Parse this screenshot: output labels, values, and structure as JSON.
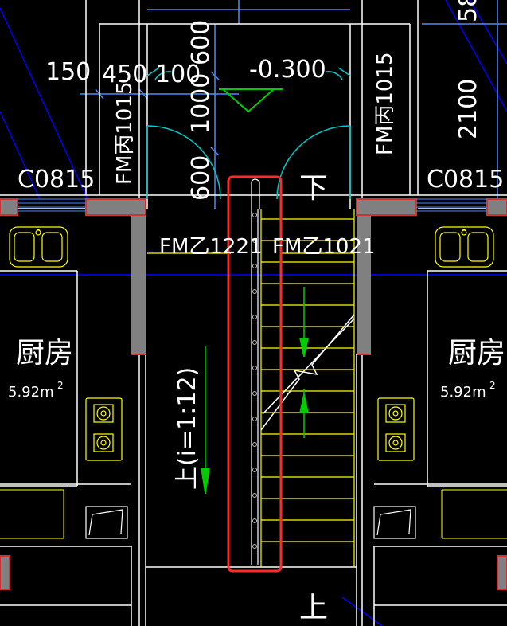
{
  "colors": {
    "background": "#000000",
    "wall_line": "#ffffff",
    "wall_fill": "#808080",
    "wall_cap": "#cc3333",
    "axis_line": "#0000ff",
    "dim_line": "#4a8cff",
    "door_arc": "#00c8c8",
    "stair_tread": "#ffff00",
    "fixture": "#ffff00",
    "arrow": "#00cc00",
    "highlight_box": "#ff2a2a"
  },
  "dimensions": {
    "d150": "150",
    "d450": "450",
    "d100": "100",
    "d600_top": "600",
    "d1000": "1000",
    "d600_bottom": "600",
    "d58_partial": "58",
    "d2100": "2100"
  },
  "level": {
    "value": "-0.300"
  },
  "labels": {
    "window_left": "C0815",
    "window_right": "C0815",
    "door_left_vertical": "FM丙1015",
    "door_right_vertical": "FM丙1015",
    "door_lower_left": "FM乙1221",
    "door_lower_right": "FM乙1021",
    "stair_down": "下",
    "stair_up_bottom": "上",
    "ramp": "上(i=1:12)"
  },
  "rooms": {
    "left": {
      "name": "厨房",
      "area": "5.92m",
      "sup": "2"
    },
    "right": {
      "name": "厨房",
      "area": "5.92m",
      "sup": "2"
    }
  },
  "icons": {
    "sink": "sink-icon",
    "stove": "stove-icon",
    "fridge": "appliance-icon",
    "up_arrow": "direction-arrow-icon"
  }
}
